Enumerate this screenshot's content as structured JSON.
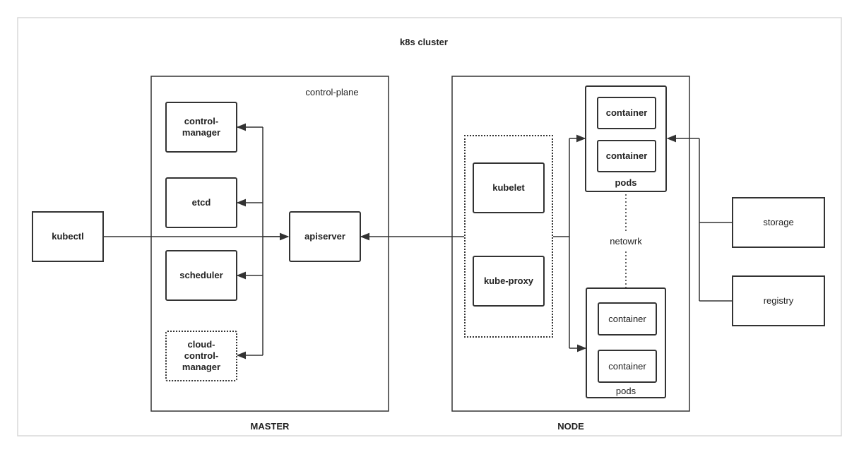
{
  "title": "k8s cluster",
  "external": {
    "kubectl": "kubectl",
    "storage": "storage",
    "registry": "registry"
  },
  "master": {
    "caption": "MASTER",
    "corner_label": "control-plane",
    "components": {
      "control_manager": "control-\nmanager",
      "etcd": "etcd",
      "scheduler": "scheduler",
      "cloud_control_manager": "cloud-\ncontrol-\nmanager"
    },
    "apiserver": "apiserver"
  },
  "node": {
    "caption": "NODE",
    "kubelet": "kubelet",
    "kube_proxy": "kube-proxy",
    "network_label": "netowrk",
    "pods_top": {
      "label": "pods",
      "containers": [
        "container",
        "container"
      ]
    },
    "pods_bottom": {
      "label": "pods",
      "containers": [
        "container",
        "container"
      ]
    }
  },
  "colors": {
    "line": "#333333",
    "outer_border": "#d9d9d9"
  }
}
